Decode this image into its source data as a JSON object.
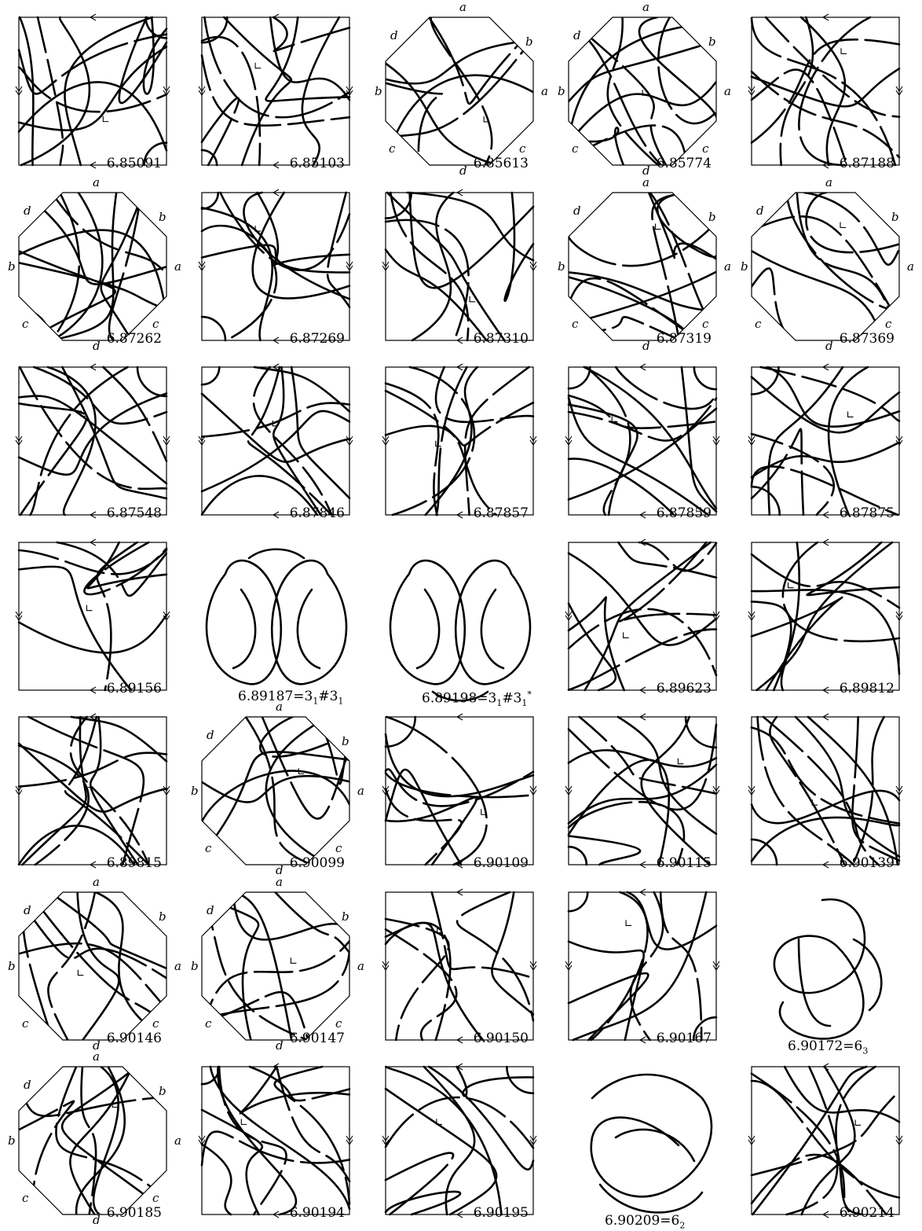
{
  "figure": {
    "cells": [
      {
        "id": "6.85091",
        "frame": "square",
        "label": "6.85091"
      },
      {
        "id": "6.85103",
        "frame": "square",
        "label": "6.85103"
      },
      {
        "id": "6.85613",
        "frame": "octagon",
        "label": "6.85613"
      },
      {
        "id": "6.85774",
        "frame": "octagon",
        "label": "6.85774"
      },
      {
        "id": "6.87188",
        "frame": "square",
        "label": "6.87188"
      },
      {
        "id": "6.87262",
        "frame": "octagon",
        "label": "6.87262"
      },
      {
        "id": "6.87269",
        "frame": "square",
        "label": "6.87269"
      },
      {
        "id": "6.87310",
        "frame": "square",
        "label": "6.87310"
      },
      {
        "id": "6.87319",
        "frame": "octagon",
        "label": "6.87319"
      },
      {
        "id": "6.87369",
        "frame": "octagon",
        "label": "6.87369"
      },
      {
        "id": "6.87548",
        "frame": "square",
        "label": "6.87548"
      },
      {
        "id": "6.87846",
        "frame": "square",
        "label": "6.87846"
      },
      {
        "id": "6.87857",
        "frame": "square",
        "label": "6.87857"
      },
      {
        "id": "6.87859",
        "frame": "square",
        "label": "6.87859"
      },
      {
        "id": "6.87875",
        "frame": "square",
        "label": "6.87875"
      },
      {
        "id": "6.89156",
        "frame": "square",
        "label": "6.89156"
      },
      {
        "id": "6.89187",
        "frame": "none",
        "label": "6.89187=3",
        "sub": "1",
        "label2": "#3",
        "sub2": "1",
        "sup2": ""
      },
      {
        "id": "6.89198",
        "frame": "none",
        "label": "6.89198=3",
        "sub": "1",
        "label2": "#3",
        "sub2": "1",
        "sup2": "*"
      },
      {
        "id": "6.89623",
        "frame": "square",
        "label": "6.89623"
      },
      {
        "id": "6.89812",
        "frame": "square",
        "label": "6.89812"
      },
      {
        "id": "6.89815",
        "frame": "square",
        "label": "6.89815"
      },
      {
        "id": "6.90099",
        "frame": "octagon",
        "label": "6.90099"
      },
      {
        "id": "6.90109",
        "frame": "square",
        "label": "6.90109"
      },
      {
        "id": "6.90115",
        "frame": "square",
        "label": "6.90115"
      },
      {
        "id": "6.90139",
        "frame": "square",
        "label": "6.90139"
      },
      {
        "id": "6.90146",
        "frame": "octagon",
        "label": "6.90146"
      },
      {
        "id": "6.90147",
        "frame": "octagon",
        "label": "6.90147"
      },
      {
        "id": "6.90150",
        "frame": "square",
        "label": "6.90150"
      },
      {
        "id": "6.90167",
        "frame": "square",
        "label": "6.90167"
      },
      {
        "id": "6.90172",
        "frame": "none",
        "label": "6.90172=6",
        "sub": "3",
        "label2": "",
        "sub2": "",
        "sup2": ""
      },
      {
        "id": "6.90185",
        "frame": "octagon",
        "label": "6.90185"
      },
      {
        "id": "6.90194",
        "frame": "square",
        "label": "6.90194"
      },
      {
        "id": "6.90195",
        "frame": "square",
        "label": "6.90195"
      },
      {
        "id": "6.90209",
        "frame": "none",
        "label": "6.90209=6",
        "sub": "2",
        "label2": "",
        "sub2": "",
        "sup2": ""
      },
      {
        "id": "6.90214",
        "frame": "square",
        "label": "6.90214"
      }
    ],
    "octagon_edge_labels": [
      "a",
      "b",
      "a",
      "c",
      "d",
      "c",
      "b",
      "d"
    ]
  }
}
